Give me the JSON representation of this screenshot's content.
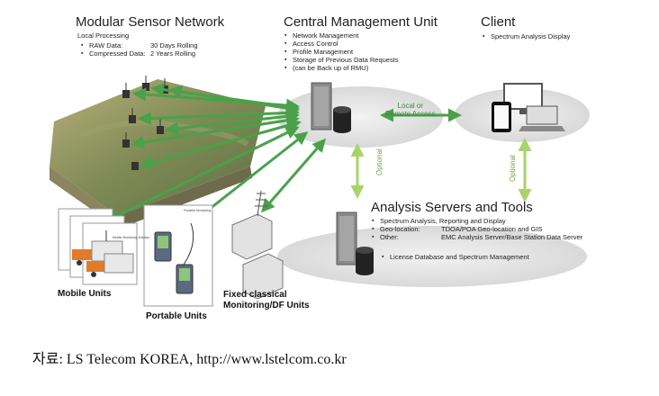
{
  "sensor_network": {
    "title": "Modular Sensor Network",
    "subtitle": "Local Processing",
    "rows": [
      {
        "label": "RAW Data:",
        "value": "30 Days Rolling"
      },
      {
        "label": "Compressed Data:",
        "value": "2 Years Rolling"
      }
    ]
  },
  "central": {
    "title": "Central Management Unit",
    "items": [
      "Network Management",
      "Access Control",
      "Profile Management",
      "Storage of Previous Data Requests"
    ],
    "note": "(can be Back up of RMU)"
  },
  "client": {
    "title": "Client",
    "items": [
      "Spectrum Analysis Display"
    ]
  },
  "analysis": {
    "title": "Analysis Servers and Tools",
    "items": [
      {
        "label": "Spectrum Analysis, Reporting and Display",
        "value": ""
      },
      {
        "label": "Geo-location:",
        "value": "TDOA/POA Geo-location and GIS"
      },
      {
        "label": "Other:",
        "value": "EMC Analysis Server/Base Station Data Server"
      }
    ],
    "license": "License Database and Spectrum Management"
  },
  "links": {
    "local_remote": [
      "Local or",
      "Remote Access"
    ],
    "optional_left": "Optional",
    "optional_right": "Optional"
  },
  "units": {
    "mobile": "Mobile Units",
    "portable": "Portable Units",
    "fixed": [
      "Fixed classical",
      "Monitoring/DF Units"
    ],
    "portable_device_label": "Portable Monitoring",
    "mobile_device_label": "Mobile Monitoring Solution"
  },
  "caption": "자료: LS Telecom KOREA, http://www.lstelcom.co.kr",
  "colors": {
    "arrow_green": "#4aa14a",
    "optional_green": "#a8d36a"
  }
}
